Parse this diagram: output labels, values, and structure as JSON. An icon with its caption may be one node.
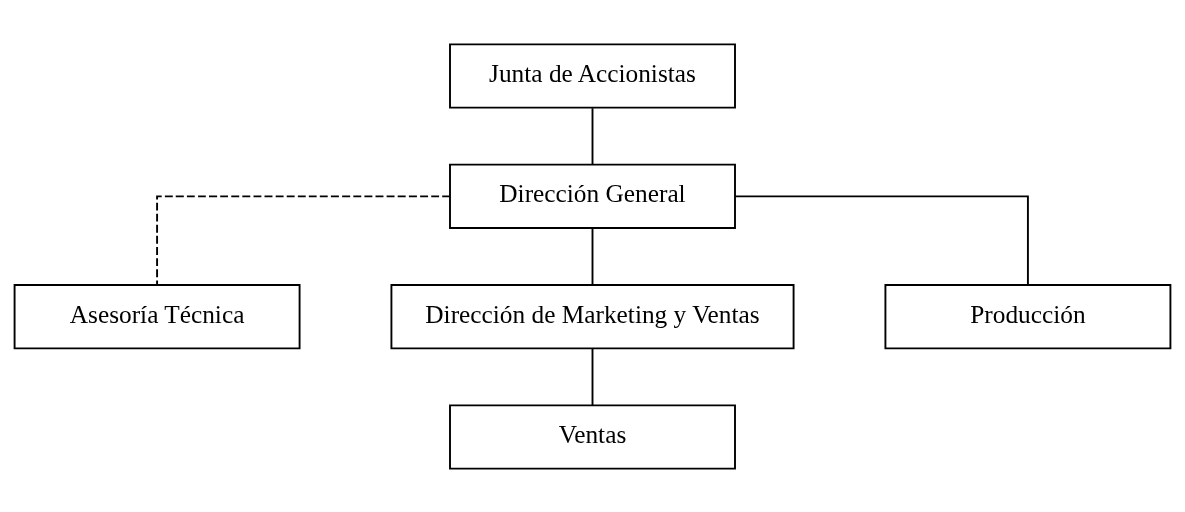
{
  "diagram": {
    "nodes": [
      {
        "text": [
          "Junta de Accionistas"
        ]
      },
      {
        "text": [
          "Dirección General"
        ]
      },
      {
        "text": [
          "Asesoría Técnica"
        ]
      },
      {
        "text": [
          "Dirección de Marketing y Ventas"
        ]
      },
      {
        "text": [
          "Producción"
        ]
      },
      {
        "text": [
          "Ventas"
        ]
      }
    ],
    "edges": [
      {
        "from": 0,
        "to": 1,
        "arrow": "none"
      },
      {
        "from": 1,
        "to": 2,
        "arrow": "none",
        "style": "dashed"
      },
      {
        "from": 1,
        "to": 3,
        "arrow": "none"
      },
      {
        "from": 1,
        "to": 4,
        "arrow": "none"
      },
      {
        "from": 3,
        "to": 5,
        "arrow": "none"
      }
    ]
  }
}
